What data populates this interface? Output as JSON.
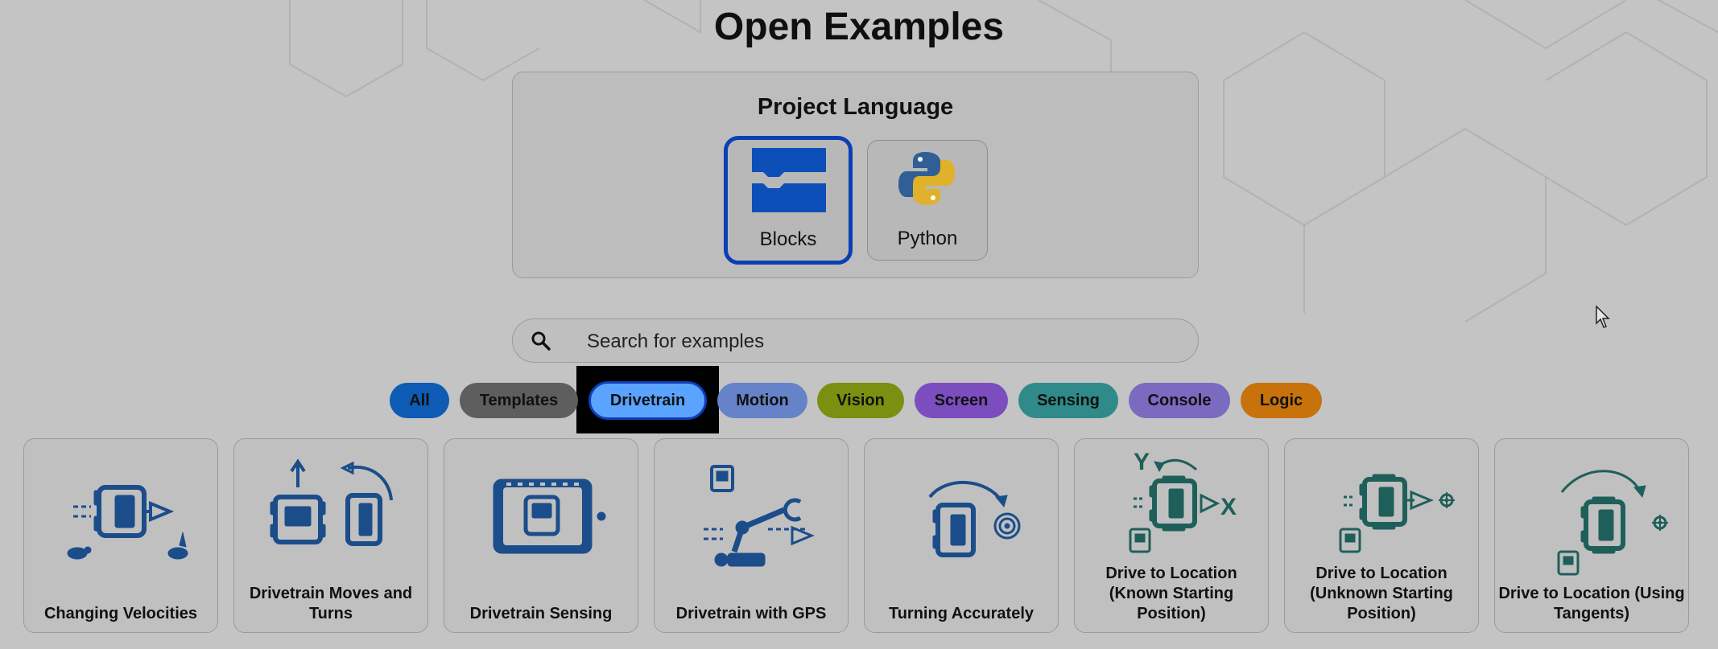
{
  "page": {
    "title": "Open Examples"
  },
  "project_language": {
    "title": "Project Language",
    "options": [
      {
        "label": "Blocks",
        "selected": true,
        "icon": "blocks-icon"
      },
      {
        "label": "Python",
        "selected": false,
        "icon": "python-icon"
      }
    ]
  },
  "search": {
    "placeholder": "Search for examples",
    "value": "",
    "icon": "search-icon"
  },
  "filters": [
    {
      "label": "All",
      "color": "#0d5bb5",
      "selected": false
    },
    {
      "label": "Templates",
      "color": "#5e5e5e",
      "selected": false
    },
    {
      "label": "Drivetrain",
      "color": "#5aa3ff",
      "selected": true
    },
    {
      "label": "Motion",
      "color": "#6682c8",
      "selected": false
    },
    {
      "label": "Vision",
      "color": "#7b8f10",
      "selected": false
    },
    {
      "label": "Screen",
      "color": "#7c4dbe",
      "selected": false
    },
    {
      "label": "Sensing",
      "color": "#2f8a89",
      "selected": false
    },
    {
      "label": "Console",
      "color": "#7a6ac0",
      "selected": false
    },
    {
      "label": "Logic",
      "color": "#c7720b",
      "selected": false
    }
  ],
  "examples": [
    {
      "title": "Changing Velocities",
      "icon": "changing-velocities-icon"
    },
    {
      "title": "Drivetrain Moves and Turns",
      "icon": "moves-turns-icon"
    },
    {
      "title": "Drivetrain Sensing",
      "icon": "drivetrain-sensing-icon"
    },
    {
      "title": "Drivetrain with GPS",
      "icon": "drivetrain-gps-icon"
    },
    {
      "title": "Turning Accurately",
      "icon": "turning-accurately-icon"
    },
    {
      "title": "Drive to Location (Known Starting Position)",
      "icon": "drive-known-icon"
    },
    {
      "title": "Drive to Location (Unknown Starting Position)",
      "icon": "drive-unknown-icon"
    },
    {
      "title": "Drive to Location (Using Tangents)",
      "icon": "drive-tangents-icon"
    }
  ],
  "colors": {
    "accent_blue": "#0c3eb5",
    "icon_blue": "#1b4d8a",
    "icon_teal": "#1f5f5a"
  }
}
